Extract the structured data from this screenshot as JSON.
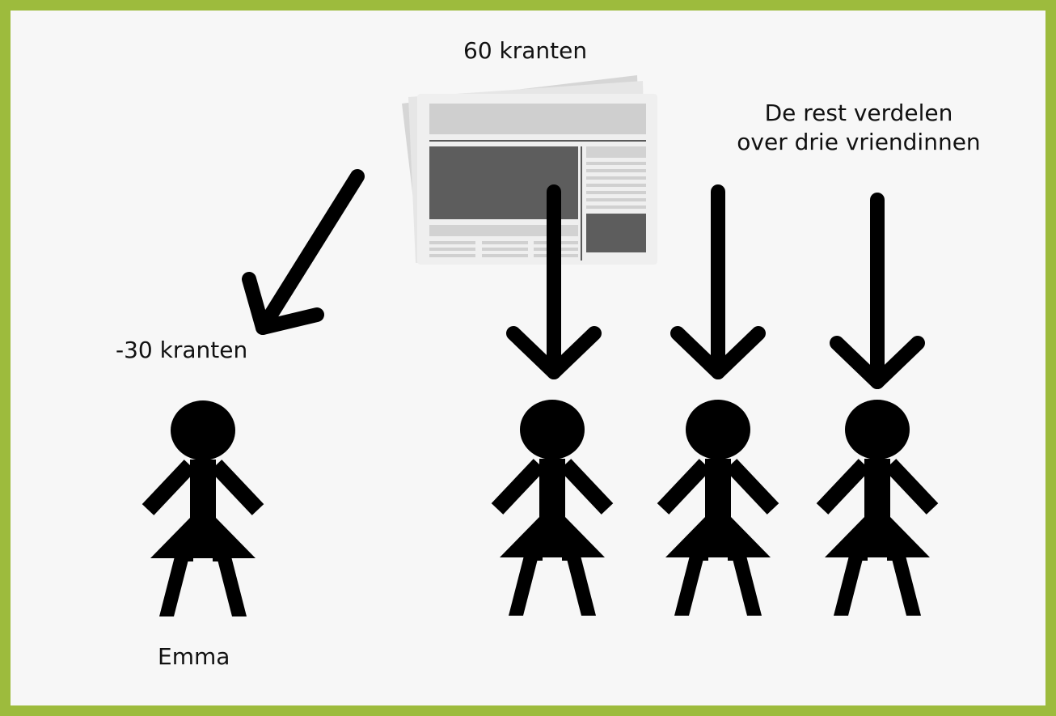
{
  "labels": {
    "total": "60 kranten",
    "rest_line1": "De rest verdelen",
    "rest_line2": "over drie vriendinnen",
    "minus": "-30 kranten",
    "emma": "Emma"
  },
  "colors": {
    "border": "#9dbb3d",
    "background": "#f7f7f7",
    "figure": "#000000"
  },
  "icons": {
    "newspaper": "newspaper-icon",
    "person": "girl-figure-icon",
    "arrow": "arrow-icon"
  }
}
